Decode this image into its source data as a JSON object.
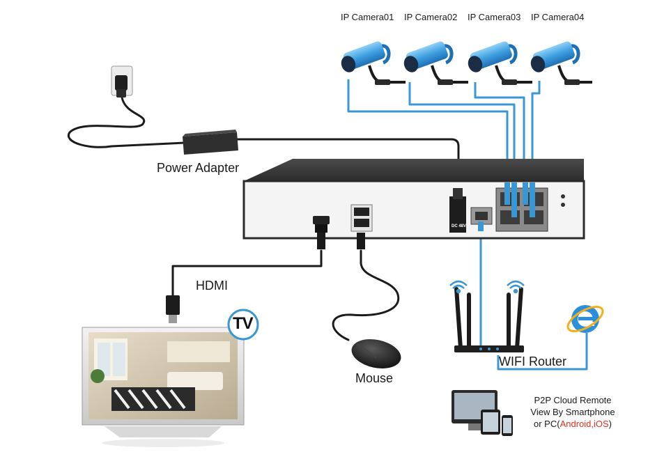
{
  "cameras": [
    {
      "label": "IP Camera01"
    },
    {
      "label": "IP Camera02"
    },
    {
      "label": "IP Camera03"
    },
    {
      "label": "IP Camera04"
    }
  ],
  "labels": {
    "power_adapter": "Power Adapter",
    "hdmi": "HDMI",
    "tv_badge": "TV",
    "mouse": "Mouse",
    "wifi_router": "WIFI Router",
    "nvr_dc_port": "DC 48V"
  },
  "p2p": {
    "line1": "P2P Cloud Remote",
    "line2": "View By Smartphone",
    "line3_prefix": "or PC(",
    "line3_platforms": "Android,iOS",
    "line3_suffix": ")"
  },
  "colors": {
    "cable_blue": "#3b97d3",
    "cable_black": "#1b1b1b",
    "nvr_body": "#3a3a3a",
    "nvr_face": "#f4f4f4",
    "camera_blue": "#4aa9e4",
    "accent_red": "#e0301e"
  },
  "icons": {
    "camera": "ip-camera-icon",
    "plug": "wall-plug-icon",
    "adapter": "power-adapter-icon",
    "tv": "tv-monitor-icon",
    "mouse": "mouse-icon",
    "router": "wifi-router-icon",
    "ie": "internet-explorer-icon",
    "devices": "devices-icon"
  }
}
